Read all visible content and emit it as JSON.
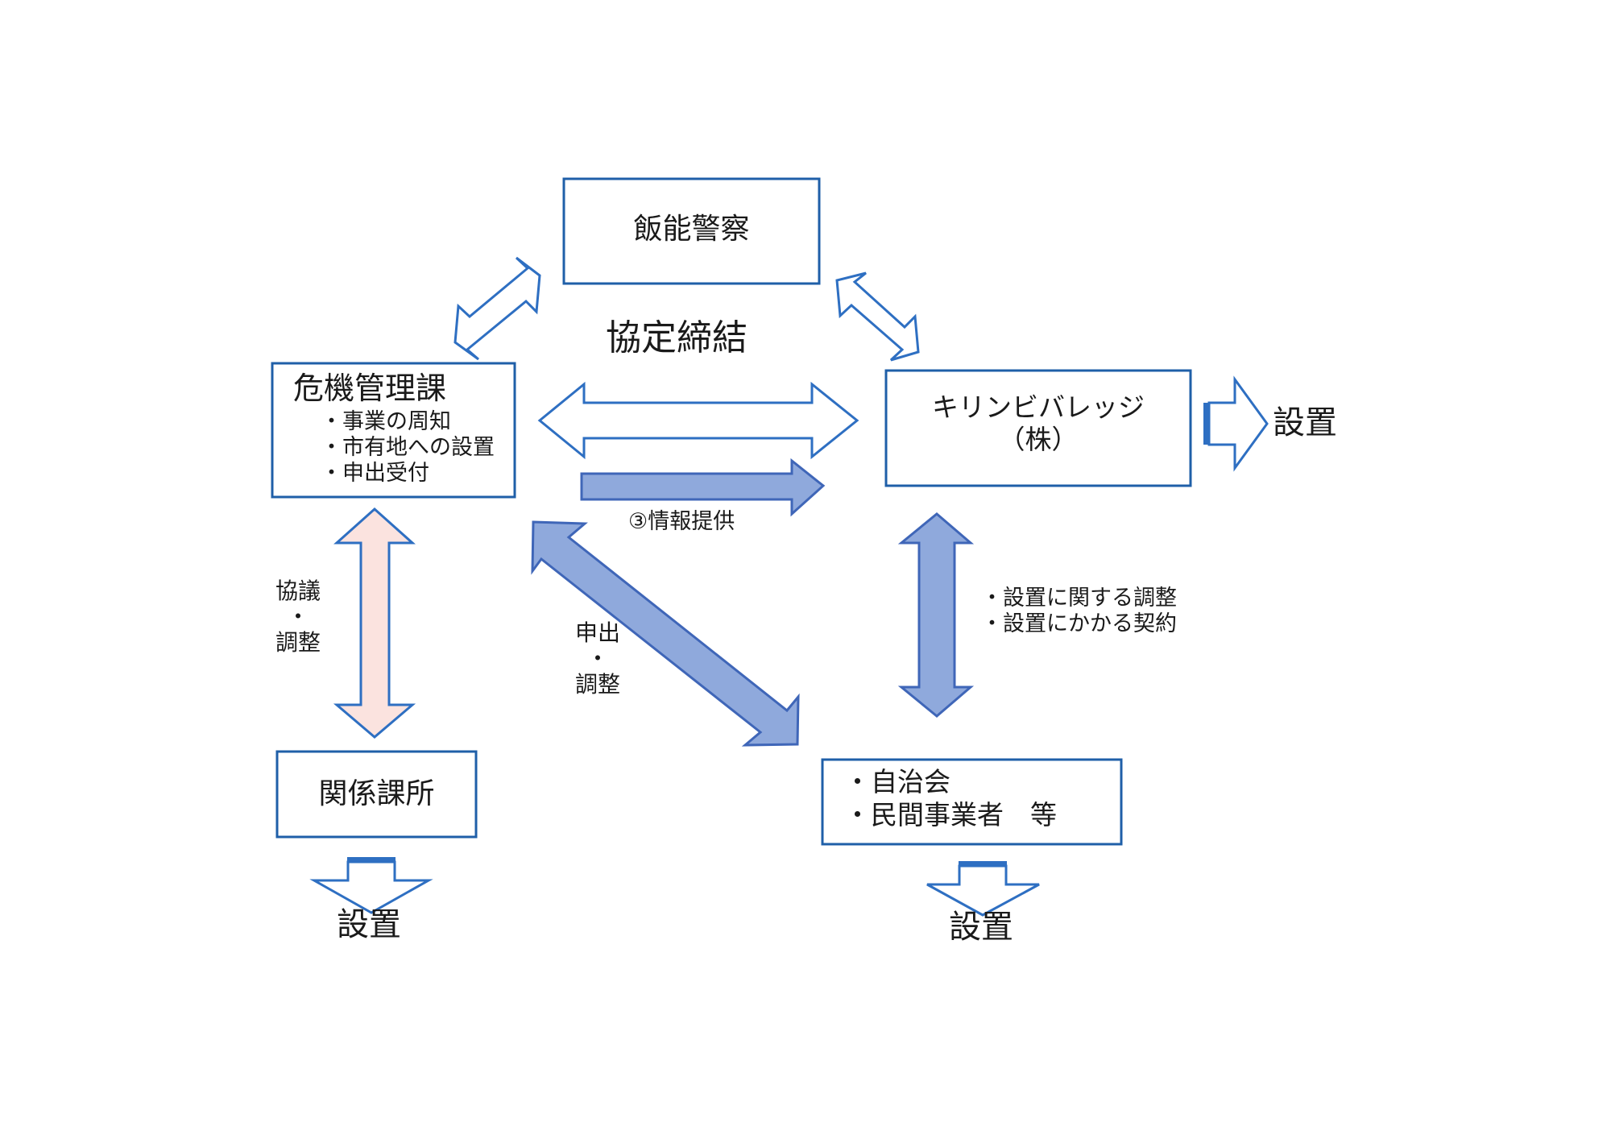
{
  "nodes": {
    "police": {
      "label": "飯能警察"
    },
    "crisis": {
      "title": "危機管理課",
      "items": [
        "・事業の周知",
        "・市有地への設置",
        "・申出受付"
      ]
    },
    "kirin": {
      "line1": "キリンビバレッジ",
      "line2": "（株）"
    },
    "related": {
      "label": "関係課所"
    },
    "community": {
      "line1": "・自治会",
      "line2": "・民間事業者　等"
    }
  },
  "labels": {
    "agreement": "協定締結",
    "info": "③情報提供",
    "consult": [
      "協議",
      "・",
      "調整"
    ],
    "request": [
      "申出",
      "・",
      "調整"
    ],
    "kirin_community": [
      "・設置に関する調整",
      "・設置にかかる契約"
    ]
  },
  "outputs": {
    "kirin_install": "設置",
    "related_install": "設置",
    "community_install": "設置"
  },
  "colors": {
    "box_border": "#1f5fa8",
    "arrow_outline": "#2e6fc2",
    "blue_fill": "#8fa9dc",
    "blue_stroke": "#3f66b8",
    "pink_fill": "#fbe3df",
    "pink_stroke": "#2e6fc2"
  }
}
